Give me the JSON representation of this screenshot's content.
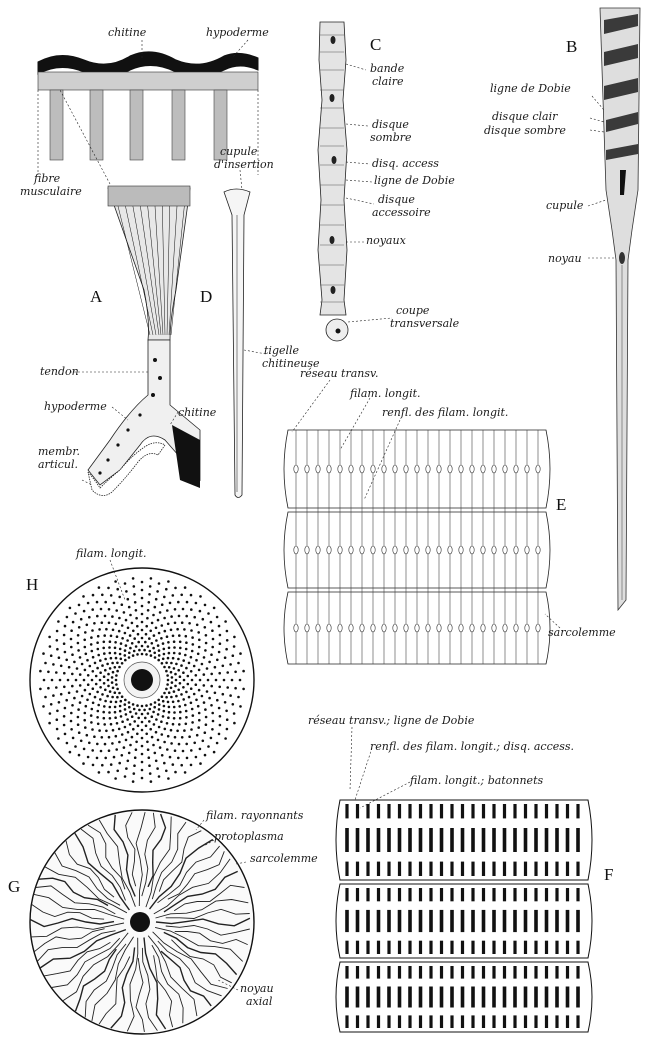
{
  "figure_letters": {
    "a": "A",
    "b": "B",
    "c": "C",
    "d": "D",
    "e": "E",
    "f": "F",
    "g": "G",
    "h": "H"
  },
  "labels": {
    "chitine_top": "chitine",
    "hypoderme_top": "hypoderme",
    "fibre_musculaire_1": "fibre",
    "fibre_musculaire_2": "musculaire",
    "tendon": "tendon",
    "hypoderme_a": "hypoderme",
    "chitine_a": "chitine",
    "membr_articul_1": "membr.",
    "membr_articul_2": "articul.",
    "cupule_insertion_1": "cupule",
    "cupule_insertion_2": "d'insertion",
    "tigelle_chitineuse_1": "tigelle",
    "tigelle_chitineuse_2": "chitineuse",
    "bande_claire_1": "bande",
    "bande_claire_2": "claire",
    "disque_sombre_1": "disque",
    "disque_sombre_2": "sombre",
    "disq_access": "disq. access",
    "ligne_de_dobie_c": "ligne de Dobie",
    "disque_accessoire_1": "disque",
    "disque_accessoire_2": "accessoire",
    "noyaux": "noyaux",
    "coupe_transversale_1": "coupe",
    "coupe_transversale_2": "transversale",
    "ligne_de_dobie_b": "ligne de Dobie",
    "disque_clair": "disque clair",
    "disque_sombre_b": "disque sombre",
    "cupule_b": "cupule",
    "noyau_b": "noyau",
    "reseau_transv_e": "réseau transv.",
    "filam_longit_e": "filam. longit.",
    "renfl_filam_longit_e": "renfl. des filam. longit.",
    "sarcolemme_e": "sarcolemme",
    "filam_longit_h": "filam. longit.",
    "reseau_transv_f": "réseau transv.; ligne de Dobie",
    "renfl_filam_longit_f": "renfl. des filam. longit.; disq. access.",
    "filam_longit_batonnets_f": "filam. longit.; batonnets",
    "filam_rayonnants": "filam. rayonnants",
    "protoplasma": "protoplasma",
    "sarcolemme_g": "sarcolemme",
    "noyau_axial_1": "noyau",
    "noyau_axial_2": "axial"
  },
  "colors": {
    "ink": "#111111",
    "paper": "#ffffff",
    "grey_tissue": "#9a9a9a"
  }
}
